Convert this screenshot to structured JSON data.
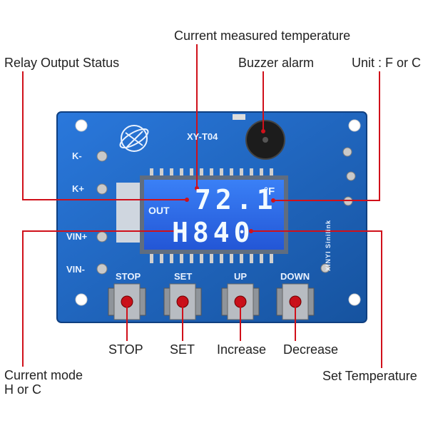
{
  "callouts": {
    "current_measured_temperature": "Current measured temperature",
    "relay_output_status": "Relay Output Status",
    "buzzer_alarm": "Buzzer alarm",
    "unit": "Unit : F or C",
    "current_mode_line1": "Current mode",
    "current_mode_line2": "H or C",
    "set_temperature": "Set Temperature",
    "stop": "STOP",
    "set": "SET",
    "increase": "Increase",
    "decrease": "Decrease"
  },
  "board": {
    "model": "XY-T04",
    "brand": "XINYI Sinilink",
    "pins": [
      "K-",
      "K+",
      "VIN+",
      "VIN-"
    ],
    "buttons": [
      "STOP",
      "SET",
      "UP",
      "DOWN"
    ],
    "colors": {
      "pcb": "#1f66c9",
      "lcd": "#2f6ff0",
      "annotation": "#d0101a"
    }
  },
  "lcd": {
    "out_label": "OUT",
    "temperature": "72.1",
    "unit": "°F",
    "mode_setpoint": "H840"
  }
}
